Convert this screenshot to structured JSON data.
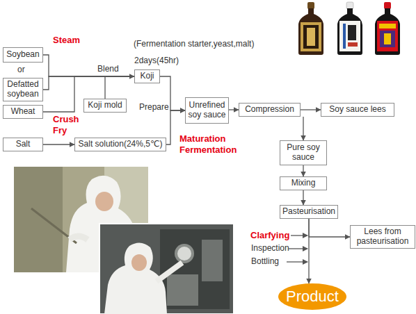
{
  "diagram": {
    "nodes": [
      {
        "text": [
          "Soybean"
        ]
      },
      {
        "text": [
          "Defatted soybean"
        ]
      },
      {
        "text": [
          "Wheat"
        ]
      },
      {
        "text": [
          "Salt"
        ]
      },
      {
        "text": [
          "Koji"
        ]
      },
      {
        "text": [
          "Koji mold"
        ]
      },
      {
        "text": [
          "Salt solution(24%,5℃)"
        ]
      },
      {
        "text": [
          "Unrefined soy sauce"
        ]
      },
      {
        "text": [
          "Compression"
        ]
      },
      {
        "text": [
          "Soy sauce lees"
        ]
      },
      {
        "text": [
          "Pure soy sauce"
        ]
      },
      {
        "text": [
          "Mixing"
        ]
      },
      {
        "text": [
          "Pasteurisation"
        ]
      },
      {
        "text": [
          "Lees from pasteurisation"
        ]
      },
      {
        "text": [
          "Product"
        ]
      }
    ],
    "edges": [
      {
        "from": 0,
        "to": 4,
        "arrow": "none"
      },
      {
        "from": 1,
        "to": 4,
        "arrow": "none"
      },
      {
        "from": 2,
        "to": 4,
        "arrow": "none"
      },
      {
        "from": 5,
        "to": 4,
        "arrow": "to"
      },
      {
        "from": 3,
        "to": 6,
        "arrow": "to"
      },
      {
        "from": 4,
        "to": 7,
        "arrow": "to"
      },
      {
        "from": 6,
        "to": 7,
        "arrow": "to"
      },
      {
        "from": 7,
        "to": 8,
        "arrow": "to"
      },
      {
        "from": 8,
        "to": 9,
        "arrow": "to"
      },
      {
        "from": 8,
        "to": 10,
        "arrow": "to"
      },
      {
        "from": 10,
        "to": 11,
        "arrow": "to"
      },
      {
        "from": 11,
        "to": 12,
        "arrow": "to"
      },
      {
        "from": 12,
        "to": 14,
        "arrow": "to"
      },
      {
        "from": 12,
        "to": 13,
        "arrow": "to"
      }
    ],
    "labels": [
      "(Fermentation starter,yeast,malt)",
      "Steam",
      "2days(45hr)",
      "Blend",
      "or",
      "Crush Fry",
      "Prepare",
      "Maturation Fermentation",
      "Clarfying",
      "Inspection",
      "Bottling"
    ]
  }
}
